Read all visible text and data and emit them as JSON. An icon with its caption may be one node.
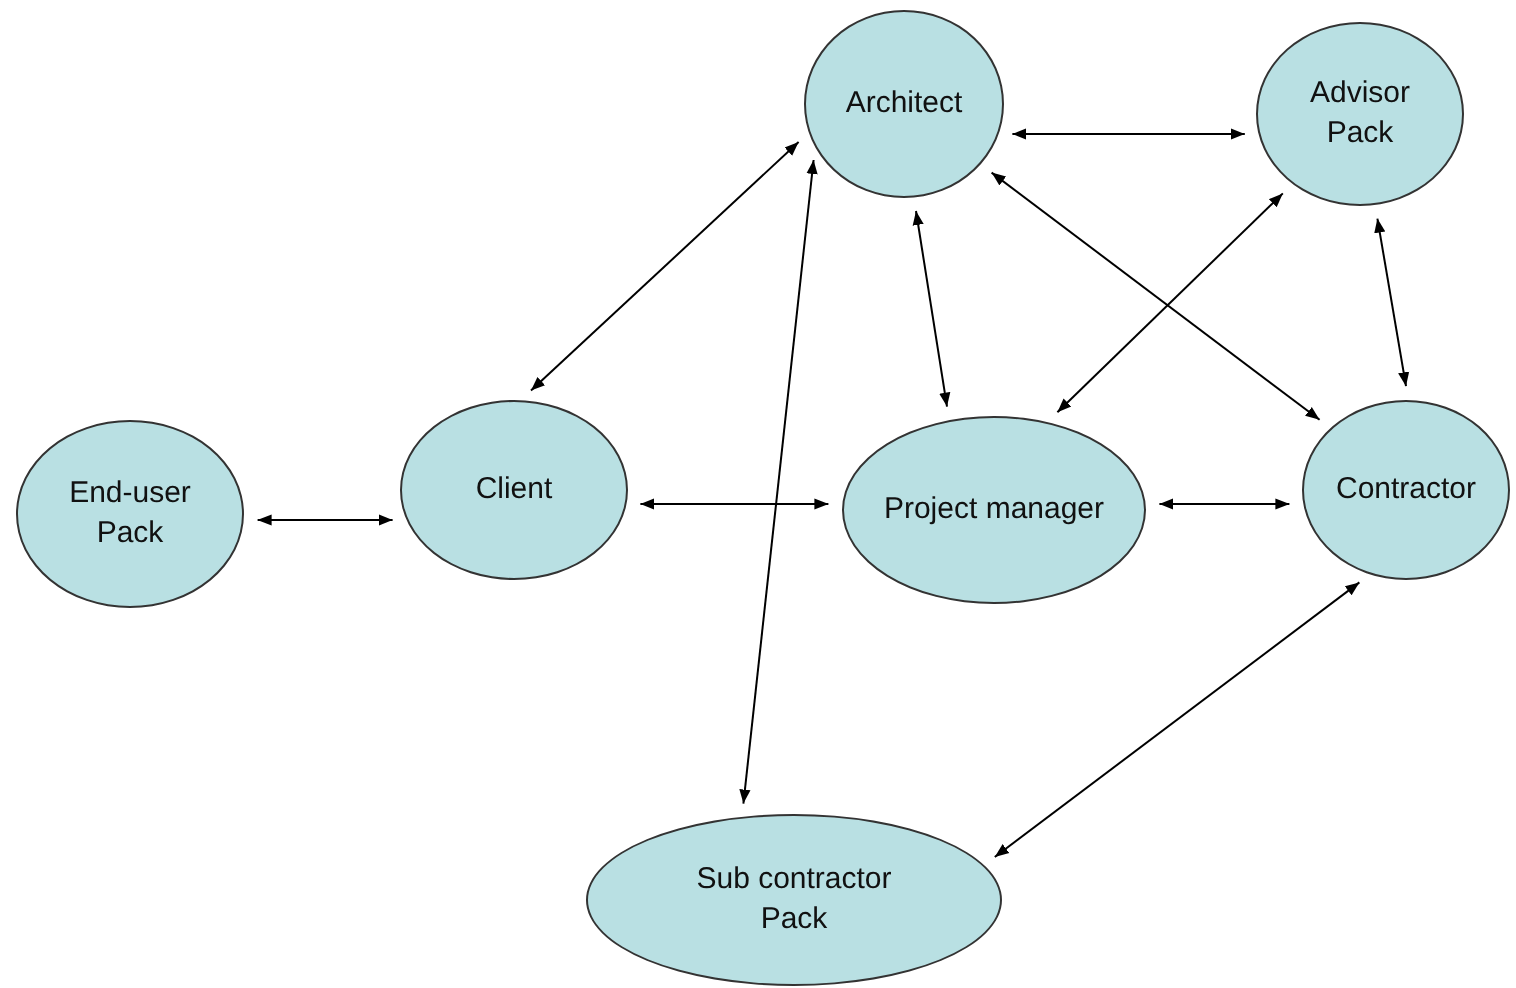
{
  "diagram": {
    "nodes": [
      {
        "text": [
          "Architect"
        ]
      },
      {
        "text": [
          "Advisor Pack"
        ]
      },
      {
        "text": [
          "End-user Pack"
        ]
      },
      {
        "text": [
          "Client"
        ]
      },
      {
        "text": [
          "Project manager"
        ]
      },
      {
        "text": [
          "Contractor"
        ]
      },
      {
        "text": [
          "Sub contractor Pack"
        ]
      }
    ],
    "edges": [
      {
        "from": 0,
        "to": 1,
        "arrow": "both"
      },
      {
        "from": 3,
        "to": 0,
        "arrow": "both"
      },
      {
        "from": 0,
        "to": 4,
        "arrow": "both"
      },
      {
        "from": 0,
        "to": 5,
        "arrow": "both"
      },
      {
        "from": 4,
        "to": 1,
        "arrow": "both"
      },
      {
        "from": 1,
        "to": 5,
        "arrow": "both"
      },
      {
        "from": 2,
        "to": 3,
        "arrow": "both"
      },
      {
        "from": 3,
        "to": 4,
        "arrow": "both"
      },
      {
        "from": 4,
        "to": 5,
        "arrow": "both"
      },
      {
        "from": 0,
        "to": 6,
        "arrow": "both"
      },
      {
        "from": 6,
        "to": 5,
        "arrow": "both"
      }
    ]
  }
}
